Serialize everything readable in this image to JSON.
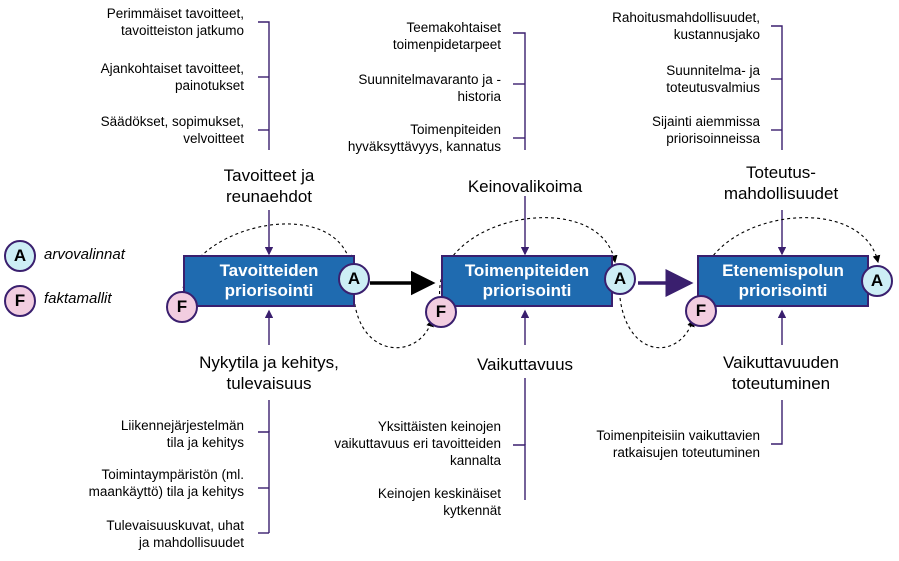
{
  "legend": {
    "a_letter": "A",
    "a_label": "arvovalinnat",
    "f_letter": "F",
    "f_label": "faktamallit"
  },
  "stages": [
    {
      "box_lines": [
        "Tavoitteiden",
        "priorisointi"
      ],
      "top_heading": [
        "Tavoitteet ja",
        "reunaehdot"
      ],
      "top_items": [
        [
          "Perimmäiset tavoitteet,",
          "tavoitteiston jatkumo"
        ],
        [
          "Ajankohtaiset tavoitteet,",
          "painotukset"
        ],
        [
          "Säädökset, sopimukset,",
          "velvoitteet"
        ]
      ],
      "bottom_heading": [
        "Nykytila ja kehitys,",
        "tulevaisuus"
      ],
      "bottom_items": [
        [
          "Liikennejärjestelmän",
          "tila ja kehitys"
        ],
        [
          "Toimintaympäristön (ml.",
          "maankäyttö) tila ja kehitys"
        ],
        [
          "Tulevaisuuskuvat,  uhat",
          "ja mahdollisuudet"
        ]
      ]
    },
    {
      "box_lines": [
        "Toimenpiteiden",
        "priorisointi"
      ],
      "top_heading": [
        "Keinovalikoima"
      ],
      "top_items": [
        [
          "Teemakohtaiset",
          "toimenpidetarpeet"
        ],
        [
          "Suunnitelmavaranto  ja -",
          "historia"
        ],
        [
          "Toimenpiteiden",
          "hyväksyttävyys,  kannatus"
        ]
      ],
      "bottom_heading": [
        "Vaikuttavuus"
      ],
      "bottom_items": [
        [
          "Yksittäisten  keinojen",
          "vaikuttavuus  eri tavoitteiden",
          "kannalta"
        ],
        [
          "Keinojen keskinäiset",
          "kytkennät"
        ]
      ]
    },
    {
      "box_lines": [
        "Etenemispolun",
        "priorisointi"
      ],
      "top_heading": [
        "Toteutus-",
        "mahdollisuudet"
      ],
      "top_items": [
        [
          "Rahoitusmahdollisuudet,",
          "kustannusjako"
        ],
        [
          "Suunnitelma-  ja",
          "toteutusvalmius"
        ],
        [
          "Sijainti aiemmissa",
          "priorisoinneissa"
        ]
      ],
      "bottom_heading": [
        "Vaikuttavuuden",
        "toteutuminen"
      ],
      "bottom_items": [
        [
          "Toimenpiteisiin vaikuttavien",
          "ratkaisujen toteutuminen"
        ]
      ]
    }
  ],
  "colors": {
    "box_fill": "#1f6bb0",
    "box_border": "#3a1f6e",
    "badge_a": "#cdeef5",
    "badge_f": "#f2cde0"
  }
}
